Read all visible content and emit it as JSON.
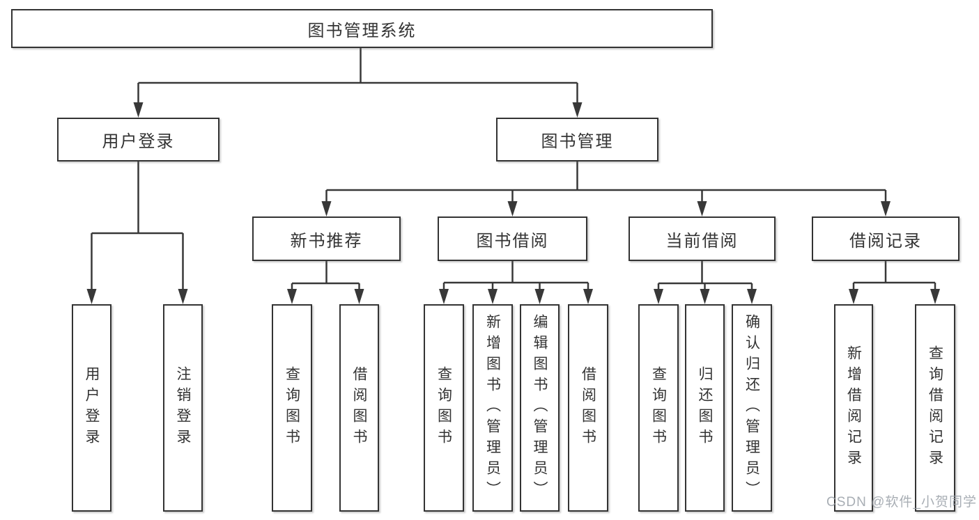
{
  "colors": {
    "line": "#383838",
    "box_border": "#333333",
    "text": "#333333",
    "watermark": "#9aa0a8",
    "background": "#ffffff"
  },
  "root": {
    "label": "图书管理系统"
  },
  "level2": [
    {
      "label": "用户登录"
    },
    {
      "label": "图书管理"
    }
  ],
  "level3": [
    {
      "label": "新书推荐",
      "parent": "图书管理"
    },
    {
      "label": "图书借阅",
      "parent": "图书管理"
    },
    {
      "label": "当前借阅",
      "parent": "图书管理"
    },
    {
      "label": "借阅记录",
      "parent": "图书管理"
    }
  ],
  "leaves": [
    {
      "label": "用户登录",
      "parent": "用户登录"
    },
    {
      "label": "注销登录",
      "parent": "用户登录"
    },
    {
      "label": "查询图书",
      "parent": "新书推荐"
    },
    {
      "label": "借阅图书",
      "parent": "新书推荐"
    },
    {
      "label": "查询图书",
      "parent": "图书借阅"
    },
    {
      "label": "新增图书（管理员）",
      "parent": "图书借阅"
    },
    {
      "label": "编辑图书（管理员）",
      "parent": "图书借阅"
    },
    {
      "label": "借阅图书",
      "parent": "图书借阅"
    },
    {
      "label": "查询图书",
      "parent": "当前借阅"
    },
    {
      "label": "归还图书",
      "parent": "当前借阅"
    },
    {
      "label": "确认归还（管理员）",
      "parent": "当前借阅"
    },
    {
      "label": "新增借阅记录",
      "parent": "借阅记录"
    },
    {
      "label": "查询借阅记录",
      "parent": "借阅记录"
    }
  ],
  "watermark": {
    "text": "CSDN @软件_小贺同学"
  }
}
